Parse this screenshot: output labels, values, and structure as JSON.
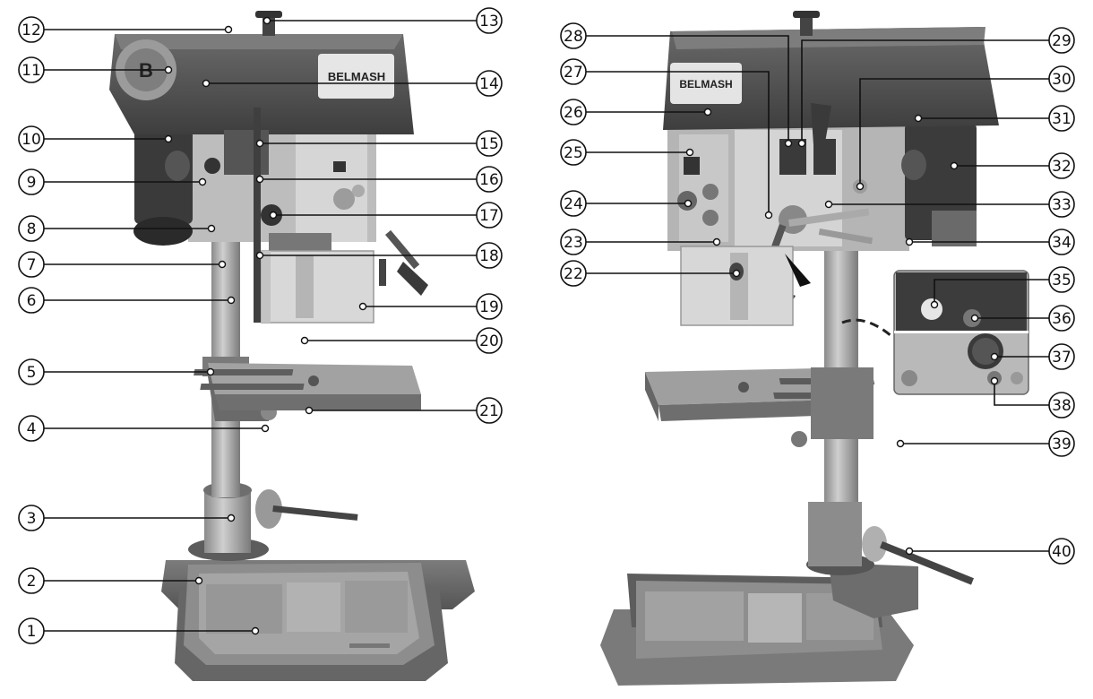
{
  "figure": {
    "brand_name": "BELMASH",
    "logo_letter": "B",
    "callouts": [
      "1",
      "2",
      "3",
      "4",
      "5",
      "6",
      "7",
      "8",
      "9",
      "10",
      "11",
      "12",
      "13",
      "14",
      "15",
      "16",
      "17",
      "18",
      "19",
      "20",
      "21",
      "22",
      "23",
      "24",
      "25",
      "26",
      "27",
      "28",
      "29",
      "30",
      "31",
      "32",
      "33",
      "34",
      "35",
      "36",
      "37",
      "38",
      "39",
      "40"
    ]
  }
}
